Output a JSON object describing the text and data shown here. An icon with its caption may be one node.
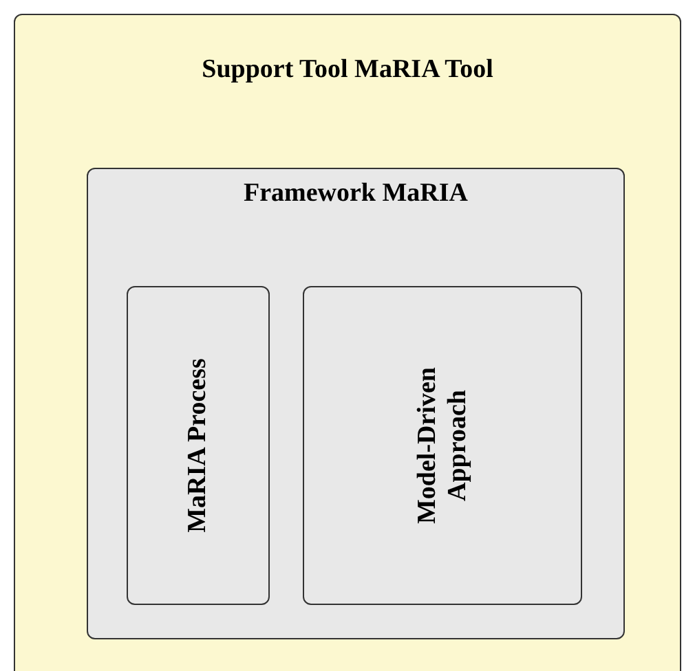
{
  "diagram": {
    "nodes": [
      {
        "text": [
          "Support Tool MaRIA Tool"
        ]
      },
      {
        "text": [
          "Framework MaRIA"
        ],
        "in": 0
      },
      {
        "text": [
          "MaRIA Process"
        ],
        "in": 1
      },
      {
        "text": [
          "Model-Driven Approach"
        ],
        "in": 1
      }
    ]
  }
}
